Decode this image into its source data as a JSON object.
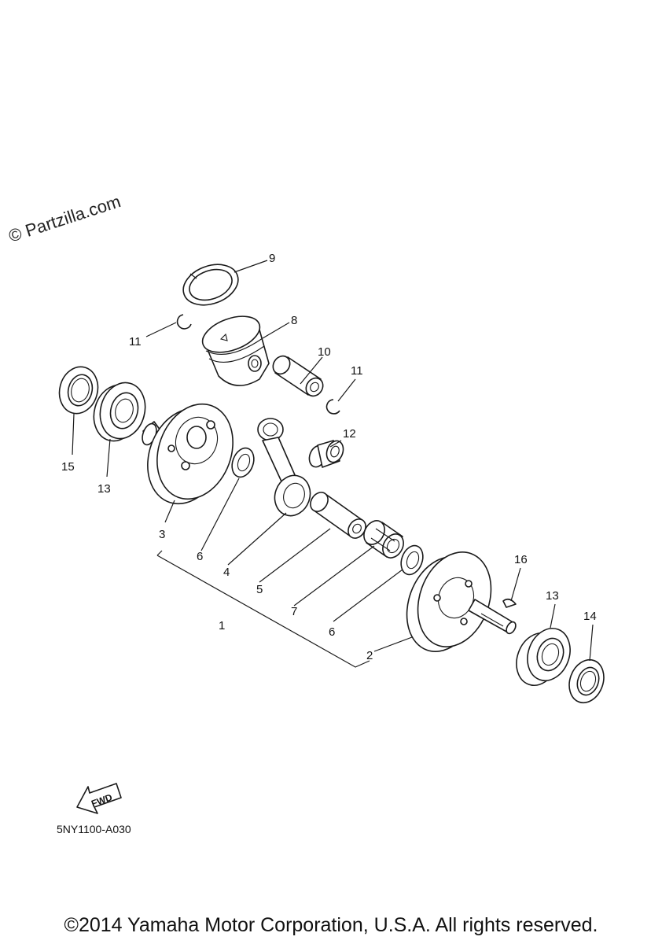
{
  "watermark": "© Partzilla.com",
  "fwd_label": "FWD",
  "diagram_code": "5NY1100-A030",
  "copyright": "©2014 Yamaha Motor Corporation, U.S.A. All rights reserved.",
  "callouts": [
    {
      "id": "c9",
      "label": "9"
    },
    {
      "id": "c8",
      "label": "8"
    },
    {
      "id": "c11a",
      "label": "11"
    },
    {
      "id": "c10",
      "label": "10"
    },
    {
      "id": "c11b",
      "label": "11"
    },
    {
      "id": "c12",
      "label": "12"
    },
    {
      "id": "c15",
      "label": "15"
    },
    {
      "id": "c13a",
      "label": "13"
    },
    {
      "id": "c3",
      "label": "3"
    },
    {
      "id": "c6a",
      "label": "6"
    },
    {
      "id": "c4",
      "label": "4"
    },
    {
      "id": "c5",
      "label": "5"
    },
    {
      "id": "c1",
      "label": "1"
    },
    {
      "id": "c7",
      "label": "7"
    },
    {
      "id": "c6b",
      "label": "6"
    },
    {
      "id": "c2",
      "label": "2"
    },
    {
      "id": "c16",
      "label": "16"
    },
    {
      "id": "c13b",
      "label": "13"
    },
    {
      "id": "c14",
      "label": "14"
    }
  ]
}
